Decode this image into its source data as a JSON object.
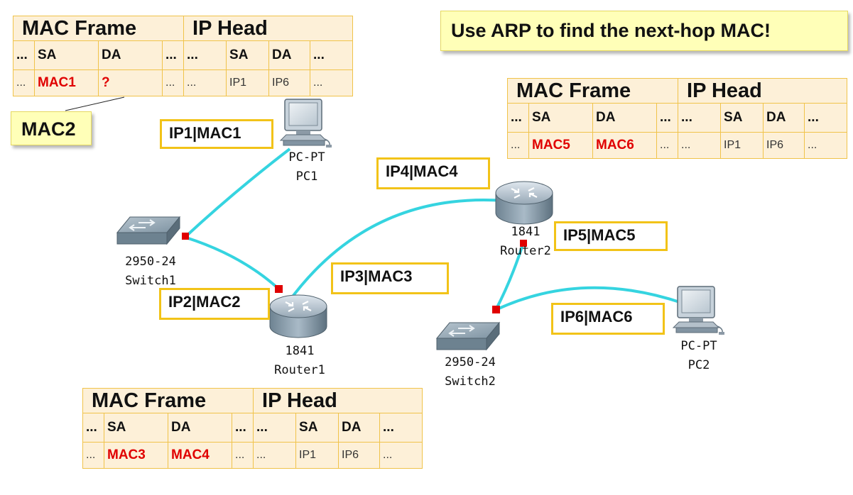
{
  "title_note": "Use ARP to find the next-hop MAC!",
  "callout": "MAC2",
  "frames": [
    {
      "id": "top-left",
      "mac_frame_label": "MAC Frame",
      "ip_head_label": "IP Head",
      "header_row": [
        "...",
        "SA",
        "DA",
        "...",
        "...",
        "SA",
        "DA",
        "..."
      ],
      "value_row": [
        "...",
        "MAC1",
        "?",
        "...",
        "...",
        "IP1",
        "IP6",
        "..."
      ]
    },
    {
      "id": "top-right",
      "mac_frame_label": "MAC Frame",
      "ip_head_label": "IP Head",
      "header_row": [
        "...",
        "SA",
        "DA",
        "...",
        "...",
        "SA",
        "DA",
        "..."
      ],
      "value_row": [
        "...",
        "MAC5",
        "MAC6",
        "...",
        "...",
        "IP1",
        "IP6",
        "..."
      ]
    },
    {
      "id": "bottom",
      "mac_frame_label": "MAC Frame",
      "ip_head_label": "IP Head",
      "header_row": [
        "...",
        "SA",
        "DA",
        "...",
        "...",
        "SA",
        "DA",
        "..."
      ],
      "value_row": [
        "...",
        "MAC3",
        "MAC4",
        "...",
        "...",
        "IP1",
        "IP6",
        "..."
      ]
    }
  ],
  "interface_labels": {
    "pc1": "IP1|MAC1",
    "router1_left": "IP2|MAC2",
    "router1_right": "IP3|MAC3",
    "router2_left": "IP4|MAC4",
    "router2_bottom": "IP5|MAC5",
    "pc2": "IP6|MAC6"
  },
  "devices": {
    "pc1": {
      "model": "PC-PT",
      "name": "PC1"
    },
    "switch1": {
      "model": "2950-24",
      "name": "Switch1"
    },
    "router1": {
      "model": "1841",
      "name": "Router1"
    },
    "router2": {
      "model": "1841",
      "name": "Router2"
    },
    "switch2": {
      "model": "2950-24",
      "name": "Switch2"
    },
    "pc2": {
      "model": "PC-PT",
      "name": "PC2"
    }
  },
  "colors": {
    "link": "#35d4e0",
    "port": "#e00000",
    "highlight_text": "#e00000",
    "label_border": "#f2c318",
    "table_fill": "#fdf0d8"
  }
}
